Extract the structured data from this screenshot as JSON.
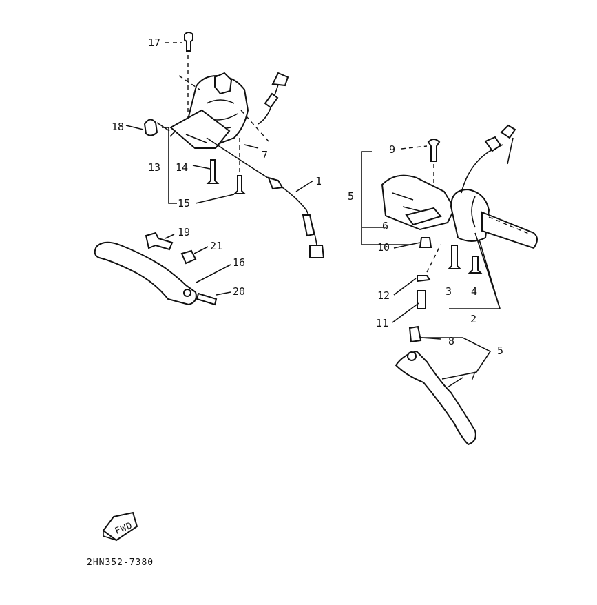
{
  "diagram": {
    "labels": {
      "p1": "1",
      "p2": "2",
      "p3": "3",
      "p4": "4",
      "p5a": "5",
      "p5b": "5",
      "p6": "6",
      "p7a": "7",
      "p7b": "7",
      "p8": "8",
      "p9": "9",
      "p10": "10",
      "p11": "11",
      "p12": "12",
      "p13": "13",
      "p14": "14",
      "p15": "15",
      "p16": "16",
      "p17": "17",
      "p18": "18",
      "p19": "19",
      "p20": "20",
      "p21": "21"
    },
    "fwd_badge": "FWD",
    "drawing_code": "2HN352-7380"
  }
}
